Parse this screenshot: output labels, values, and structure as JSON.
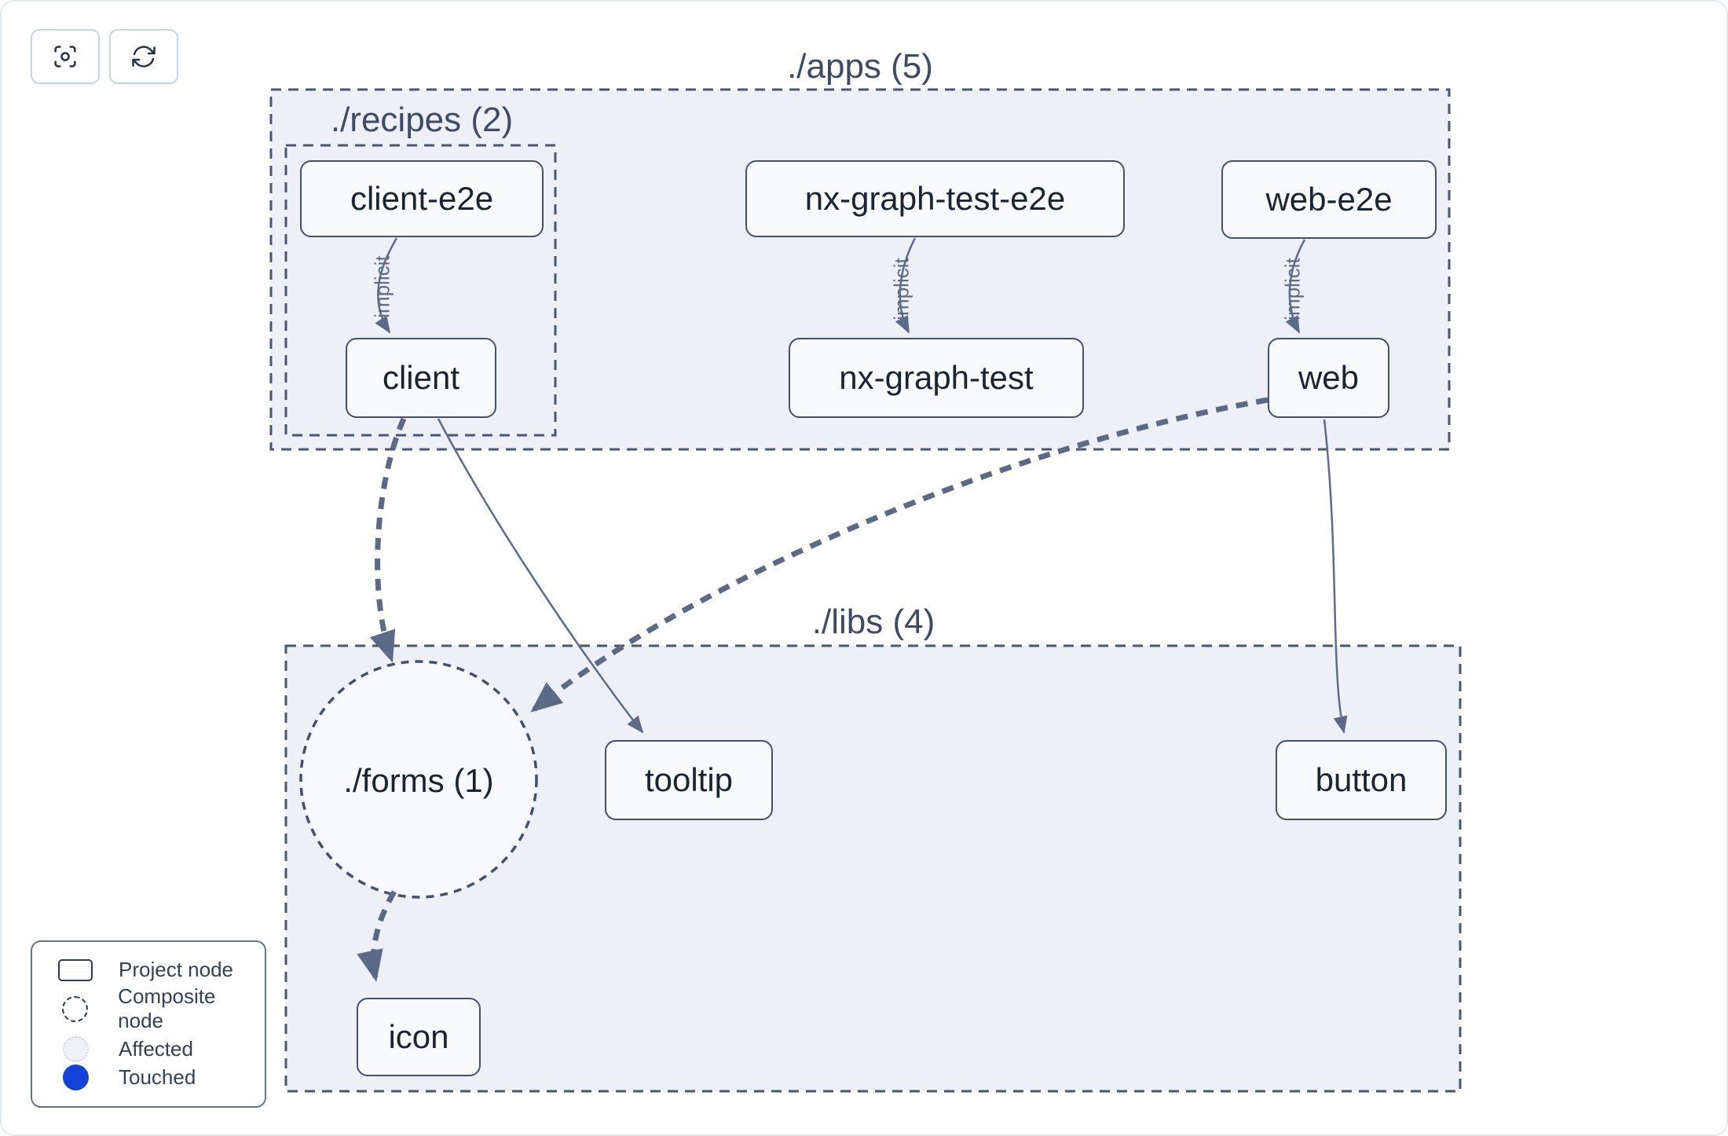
{
  "toolbar": {
    "focus_button": {
      "icon": "viewfinder-icon",
      "action": "center-graph"
    },
    "refresh_button": {
      "icon": "refresh-icon",
      "action": "refresh-graph"
    }
  },
  "graph": {
    "containers": {
      "apps": {
        "label": "./apps (5)"
      },
      "recipes": {
        "label": "./recipes (2)"
      },
      "libs": {
        "label": "./libs (4)"
      }
    },
    "composite": {
      "forms": {
        "label": "./forms (1)"
      }
    },
    "nodes": {
      "client_e2e": {
        "label": "client-e2e"
      },
      "nx_graph_test_e2e": {
        "label": "nx-graph-test-e2e"
      },
      "web_e2e": {
        "label": "web-e2e"
      },
      "client": {
        "label": "client"
      },
      "nx_graph_test": {
        "label": "nx-graph-test"
      },
      "web": {
        "label": "web"
      },
      "tooltip": {
        "label": "tooltip"
      },
      "button": {
        "label": "button"
      },
      "icon": {
        "label": "icon"
      }
    },
    "edges": [
      {
        "source": "client-e2e",
        "target": "client",
        "style": "thin-solid",
        "label": "implicit"
      },
      {
        "source": "nx-graph-test-e2e",
        "target": "nx-graph-test",
        "style": "thin-solid",
        "label": "implicit"
      },
      {
        "source": "web-e2e",
        "target": "web",
        "style": "thin-solid",
        "label": "implicit"
      },
      {
        "source": "client",
        "target": "./forms (1)",
        "style": "thick-dashed",
        "label": ""
      },
      {
        "source": "client",
        "target": "tooltip",
        "style": "thin-solid",
        "label": ""
      },
      {
        "source": "web",
        "target": "./forms (1)",
        "style": "thick-dashed",
        "label": ""
      },
      {
        "source": "web",
        "target": "button",
        "style": "thin-solid",
        "label": ""
      },
      {
        "source": "./forms (1)",
        "target": "icon",
        "style": "thick-dashed",
        "label": ""
      }
    ]
  },
  "legend": {
    "items": [
      {
        "label": "Project node",
        "swatch": "rect-outline"
      },
      {
        "label": "Composite node",
        "swatch": "dashed-circle"
      },
      {
        "label": "Affected",
        "swatch": "light-dotted-circle"
      },
      {
        "label": "Touched",
        "swatch": "filled-circle"
      }
    ]
  },
  "colors": {
    "touched_blue": "#1441d7",
    "container_fill": "#edf1f7",
    "node_fill": "#f8fafc",
    "edge": "#5b6a86",
    "dash_border": "#4a5770"
  }
}
